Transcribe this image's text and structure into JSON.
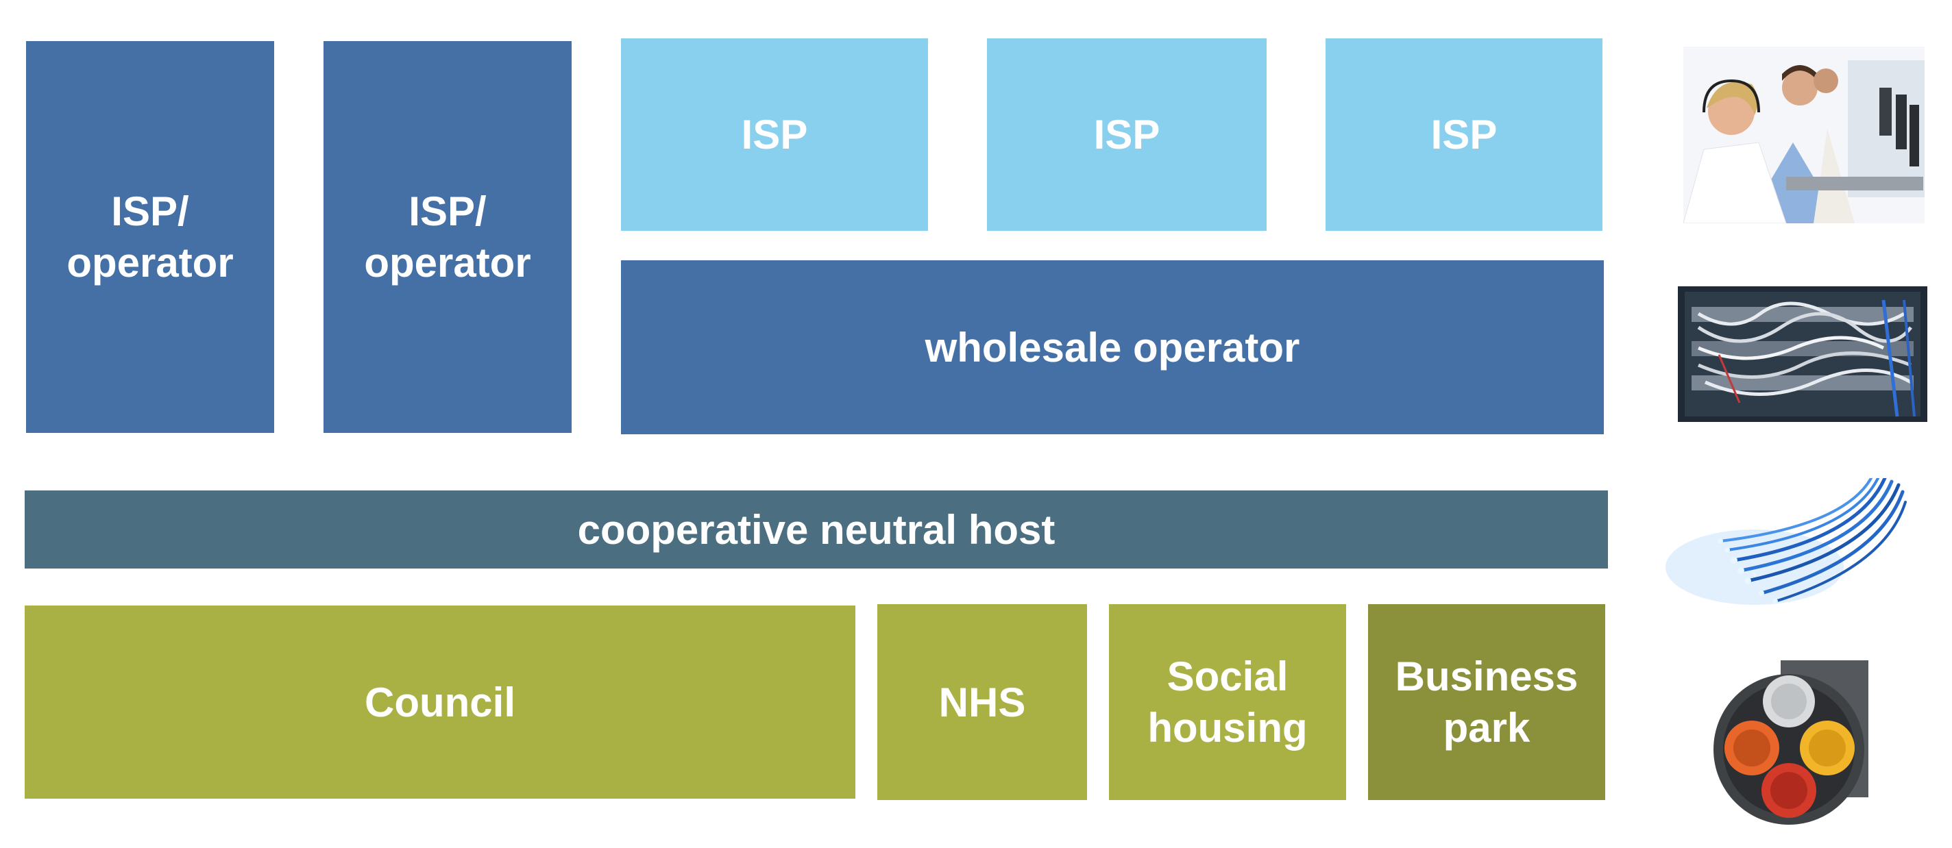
{
  "colors": {
    "operator_blue": "#4570a6",
    "isp_light_blue": "#89d0ef",
    "neutral_host_teal": "#4b6f80",
    "owner_green": "#a9b145",
    "business_olive": "#8b913b",
    "text": "#ffffff"
  },
  "top_layer": {
    "isp_operator_1": {
      "line1": "ISP/",
      "line2": "operator"
    },
    "isp_operator_2": {
      "line1": "ISP/",
      "line2": "operator"
    },
    "isp_boxes": [
      "ISP",
      "ISP",
      "ISP"
    ],
    "wholesale": "wholesale operator"
  },
  "middle_layer": {
    "neutral_host": "cooperative neutral host"
  },
  "bottom_layer": {
    "council": "Council",
    "nhs": "NHS",
    "social_housing": {
      "line1": "Social",
      "line2": "housing"
    },
    "business_park": {
      "line1": "Business",
      "line2": "park"
    }
  },
  "thumbnails": [
    "call-center-photo",
    "network-rack-photo",
    "fiber-optic-photo",
    "cable-duct-photo"
  ]
}
